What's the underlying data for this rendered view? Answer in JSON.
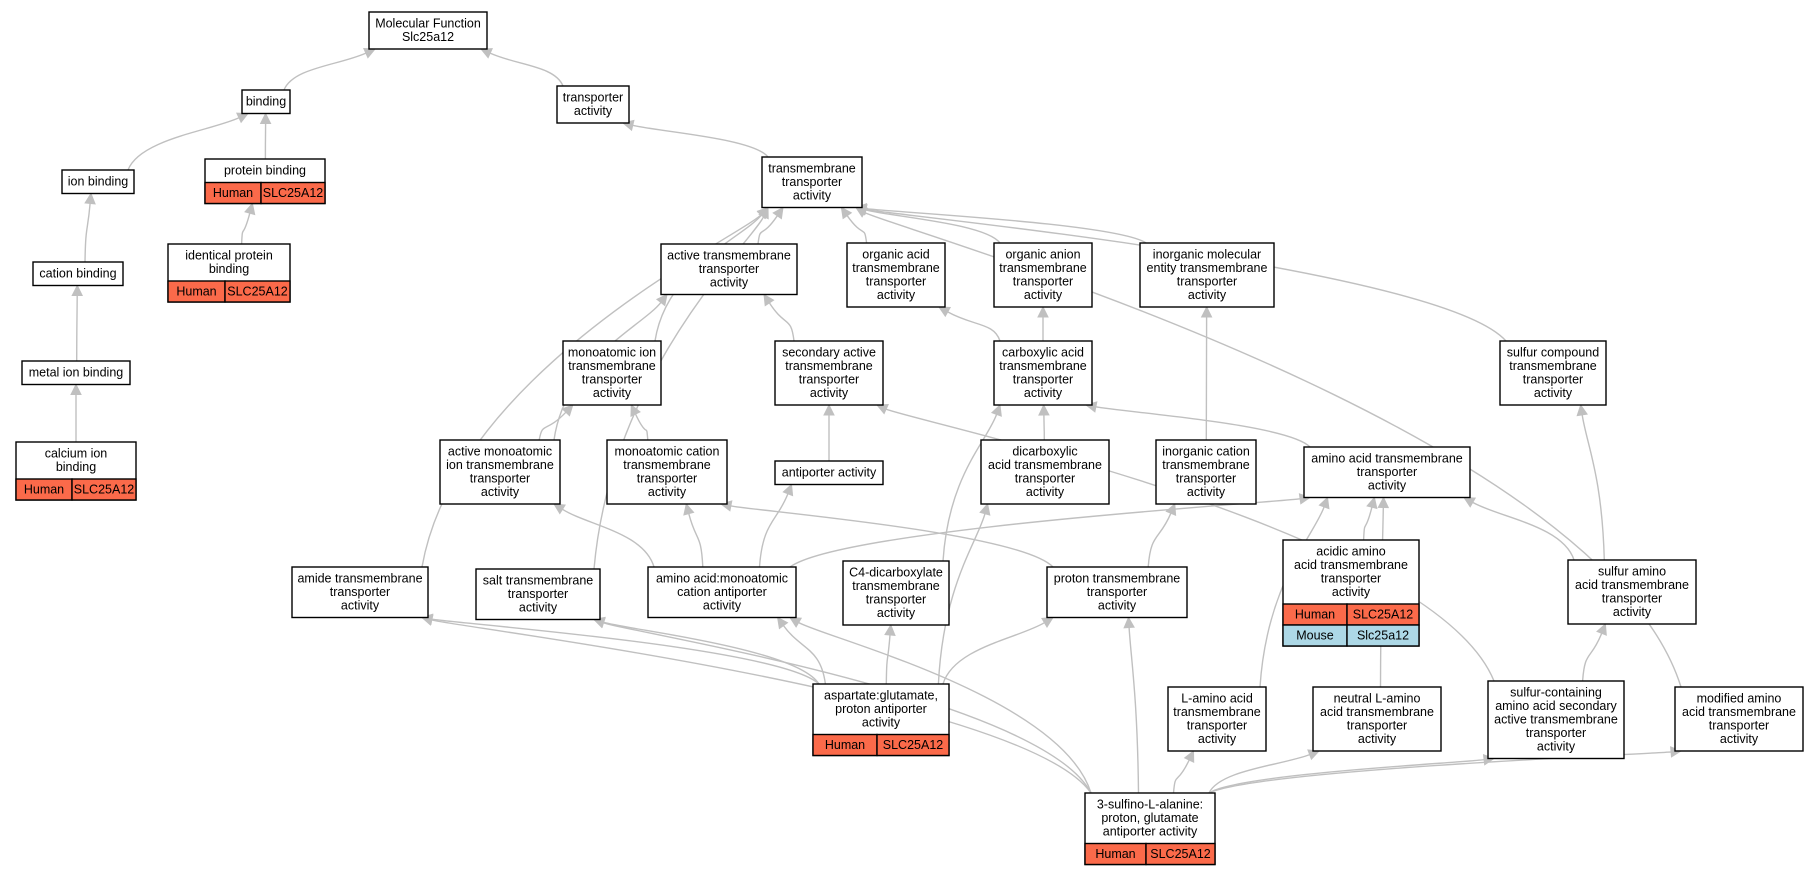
{
  "colors": {
    "human": "#fb6a4a",
    "mouse": "#add8e6",
    "edge": "#c0c0c0",
    "border": "#000000"
  },
  "nodes": [
    {
      "id": "mf",
      "lines": [
        "Molecular Function",
        "Slc25a12"
      ],
      "species": []
    },
    {
      "id": "binding",
      "lines": [
        "binding"
      ],
      "species": []
    },
    {
      "id": "transporter",
      "lines": [
        "transporter",
        "activity"
      ],
      "species": []
    },
    {
      "id": "ionbinding",
      "lines": [
        "ion binding"
      ],
      "species": []
    },
    {
      "id": "proteinbinding",
      "lines": [
        "protein binding"
      ],
      "species": [
        {
          "org": "Human",
          "gene": "SLC25A12"
        }
      ]
    },
    {
      "id": "tmtransporter",
      "lines": [
        "transmembrane",
        "transporter",
        "activity"
      ],
      "species": []
    },
    {
      "id": "cationbinding",
      "lines": [
        "cation binding"
      ],
      "species": []
    },
    {
      "id": "identical",
      "lines": [
        "identical protein",
        "binding"
      ],
      "species": [
        {
          "org": "Human",
          "gene": "SLC25A12"
        }
      ]
    },
    {
      "id": "activetm",
      "lines": [
        "active transmembrane",
        "transporter",
        "activity"
      ],
      "species": []
    },
    {
      "id": "organicacid",
      "lines": [
        "organic acid",
        "transmembrane",
        "transporter",
        "activity"
      ],
      "species": []
    },
    {
      "id": "organicanion",
      "lines": [
        "organic anion",
        "transmembrane",
        "transporter",
        "activity"
      ],
      "species": []
    },
    {
      "id": "inorganicmol",
      "lines": [
        "inorganic molecular",
        "entity transmembrane",
        "transporter",
        "activity"
      ],
      "species": []
    },
    {
      "id": "metalion",
      "lines": [
        "metal ion binding"
      ],
      "species": []
    },
    {
      "id": "monoion",
      "lines": [
        "monoatomic ion",
        "transmembrane",
        "transporter",
        "activity"
      ],
      "species": []
    },
    {
      "id": "secactive",
      "lines": [
        "secondary active",
        "transmembrane",
        "transporter",
        "activity"
      ],
      "species": []
    },
    {
      "id": "carboxylic",
      "lines": [
        "carboxylic acid",
        "transmembrane",
        "transporter",
        "activity"
      ],
      "species": []
    },
    {
      "id": "sulfurcompound",
      "lines": [
        "sulfur compound",
        "transmembrane",
        "transporter",
        "activity"
      ],
      "species": []
    },
    {
      "id": "calcium",
      "lines": [
        "calcium ion",
        "binding"
      ],
      "species": [
        {
          "org": "Human",
          "gene": "SLC25A12"
        }
      ]
    },
    {
      "id": "activemono",
      "lines": [
        "active monoatomic",
        "ion transmembrane",
        "transporter",
        "activity"
      ],
      "species": []
    },
    {
      "id": "monocation",
      "lines": [
        "monoatomic cation",
        "transmembrane",
        "transporter",
        "activity"
      ],
      "species": []
    },
    {
      "id": "antiporter",
      "lines": [
        "antiporter activity"
      ],
      "species": []
    },
    {
      "id": "dicarboxylic",
      "lines": [
        "dicarboxylic",
        "acid transmembrane",
        "transporter",
        "activity"
      ],
      "species": []
    },
    {
      "id": "inorgcation",
      "lines": [
        "inorganic cation",
        "transmembrane",
        "transporter",
        "activity"
      ],
      "species": []
    },
    {
      "id": "aminoacidtm",
      "lines": [
        "amino acid transmembrane",
        "transporter",
        "activity"
      ],
      "species": []
    },
    {
      "id": "acidicamino",
      "lines": [
        "acidic amino",
        "acid transmembrane",
        "transporter",
        "activity"
      ],
      "species": [
        {
          "org": "Human",
          "gene": "SLC25A12"
        },
        {
          "org": "Mouse",
          "gene": "Slc25a12"
        }
      ]
    },
    {
      "id": "amide",
      "lines": [
        "amide transmembrane",
        "transporter",
        "activity"
      ],
      "species": []
    },
    {
      "id": "salt",
      "lines": [
        "salt transmembrane",
        "transporter",
        "activity"
      ],
      "species": []
    },
    {
      "id": "aamonocation",
      "lines": [
        "amino acid:monoatomic",
        "cation antiporter",
        "activity"
      ],
      "species": []
    },
    {
      "id": "c4dicarb",
      "lines": [
        "C4-dicarboxylate",
        "transmembrane",
        "transporter",
        "activity"
      ],
      "species": []
    },
    {
      "id": "proton",
      "lines": [
        "proton transmembrane",
        "transporter",
        "activity"
      ],
      "species": []
    },
    {
      "id": "sulfuramino",
      "lines": [
        "sulfur amino",
        "acid transmembrane",
        "transporter",
        "activity"
      ],
      "species": []
    },
    {
      "id": "aspglu",
      "lines": [
        "aspartate:glutamate,",
        "proton antiporter",
        "activity"
      ],
      "species": [
        {
          "org": "Human",
          "gene": "SLC25A12"
        }
      ]
    },
    {
      "id": "laminoacid",
      "lines": [
        "L-amino acid",
        "transmembrane",
        "transporter",
        "activity"
      ],
      "species": []
    },
    {
      "id": "neutrallamino",
      "lines": [
        "neutral L-amino",
        "acid transmembrane",
        "transporter",
        "activity"
      ],
      "species": []
    },
    {
      "id": "sulfurcontaining",
      "lines": [
        "sulfur-containing",
        "amino acid secondary",
        "active transmembrane",
        "transporter",
        "activity"
      ],
      "species": []
    },
    {
      "id": "modifiedamino",
      "lines": [
        "modified amino",
        "acid transmembrane",
        "transporter",
        "activity"
      ],
      "species": []
    },
    {
      "id": "sulfino",
      "lines": [
        "3-sulfino-L-alanine:",
        "proton, glutamate",
        "antiporter activity"
      ],
      "species": [
        {
          "org": "Human",
          "gene": "SLC25A12"
        }
      ]
    }
  ],
  "edges": [
    {
      "from": "binding",
      "to": "mf"
    },
    {
      "from": "transporter",
      "to": "mf"
    },
    {
      "from": "ionbinding",
      "to": "binding"
    },
    {
      "from": "proteinbinding",
      "to": "binding"
    },
    {
      "from": "tmtransporter",
      "to": "transporter"
    },
    {
      "from": "cationbinding",
      "to": "ionbinding"
    },
    {
      "from": "identical",
      "to": "proteinbinding"
    },
    {
      "from": "metalion",
      "to": "cationbinding"
    },
    {
      "from": "calcium",
      "to": "metalion"
    },
    {
      "from": "activetm",
      "to": "tmtransporter"
    },
    {
      "from": "organicacid",
      "to": "tmtransporter"
    },
    {
      "from": "organicanion",
      "to": "tmtransporter"
    },
    {
      "from": "inorganicmol",
      "to": "tmtransporter"
    },
    {
      "from": "monoion",
      "to": "tmtransporter"
    },
    {
      "from": "sulfurcompound",
      "to": "tmtransporter"
    },
    {
      "from": "amide",
      "to": "tmtransporter"
    },
    {
      "from": "salt",
      "to": "tmtransporter"
    },
    {
      "from": "modifiedamino",
      "to": "tmtransporter"
    },
    {
      "from": "secactive",
      "to": "activetm"
    },
    {
      "from": "activemono",
      "to": "activetm"
    },
    {
      "from": "carboxylic",
      "to": "organicacid"
    },
    {
      "from": "carboxylic",
      "to": "organicanion"
    },
    {
      "from": "inorgcation",
      "to": "inorganicmol"
    },
    {
      "from": "activemono",
      "to": "monoion"
    },
    {
      "from": "monocation",
      "to": "monoion"
    },
    {
      "from": "antiporter",
      "to": "secactive"
    },
    {
      "from": "sulfurcontaining",
      "to": "secactive"
    },
    {
      "from": "dicarboxylic",
      "to": "carboxylic"
    },
    {
      "from": "aminoacidtm",
      "to": "carboxylic"
    },
    {
      "from": "c4dicarb",
      "to": "carboxylic"
    },
    {
      "from": "sulfuramino",
      "to": "sulfurcompound"
    },
    {
      "from": "aamonocation",
      "to": "activemono"
    },
    {
      "from": "aamonocation",
      "to": "monocation"
    },
    {
      "from": "aamonocation",
      "to": "antiporter"
    },
    {
      "from": "aamonocation",
      "to": "aminoacidtm"
    },
    {
      "from": "proton",
      "to": "monocation"
    },
    {
      "from": "proton",
      "to": "inorgcation"
    },
    {
      "from": "aspglu",
      "to": "dicarboxylic"
    },
    {
      "from": "acidicamino",
      "to": "aminoacidtm"
    },
    {
      "from": "sulfuramino",
      "to": "aminoacidtm"
    },
    {
      "from": "laminoacid",
      "to": "aminoacidtm"
    },
    {
      "from": "neutrallamino",
      "to": "aminoacidtm"
    },
    {
      "from": "sulfurcontaining",
      "to": "sulfuramino"
    },
    {
      "from": "aspglu",
      "to": "amide"
    },
    {
      "from": "aspglu",
      "to": "salt"
    },
    {
      "from": "aspglu",
      "to": "aamonocation"
    },
    {
      "from": "aspglu",
      "to": "c4dicarb"
    },
    {
      "from": "aspglu",
      "to": "proton"
    },
    {
      "from": "sulfino",
      "to": "amide"
    },
    {
      "from": "sulfino",
      "to": "salt"
    },
    {
      "from": "sulfino",
      "to": "aamonocation"
    },
    {
      "from": "sulfino",
      "to": "proton"
    },
    {
      "from": "sulfino",
      "to": "laminoacid"
    },
    {
      "from": "sulfino",
      "to": "neutrallamino"
    },
    {
      "from": "sulfino",
      "to": "sulfurcontaining"
    },
    {
      "from": "sulfino",
      "to": "modifiedamino"
    }
  ]
}
